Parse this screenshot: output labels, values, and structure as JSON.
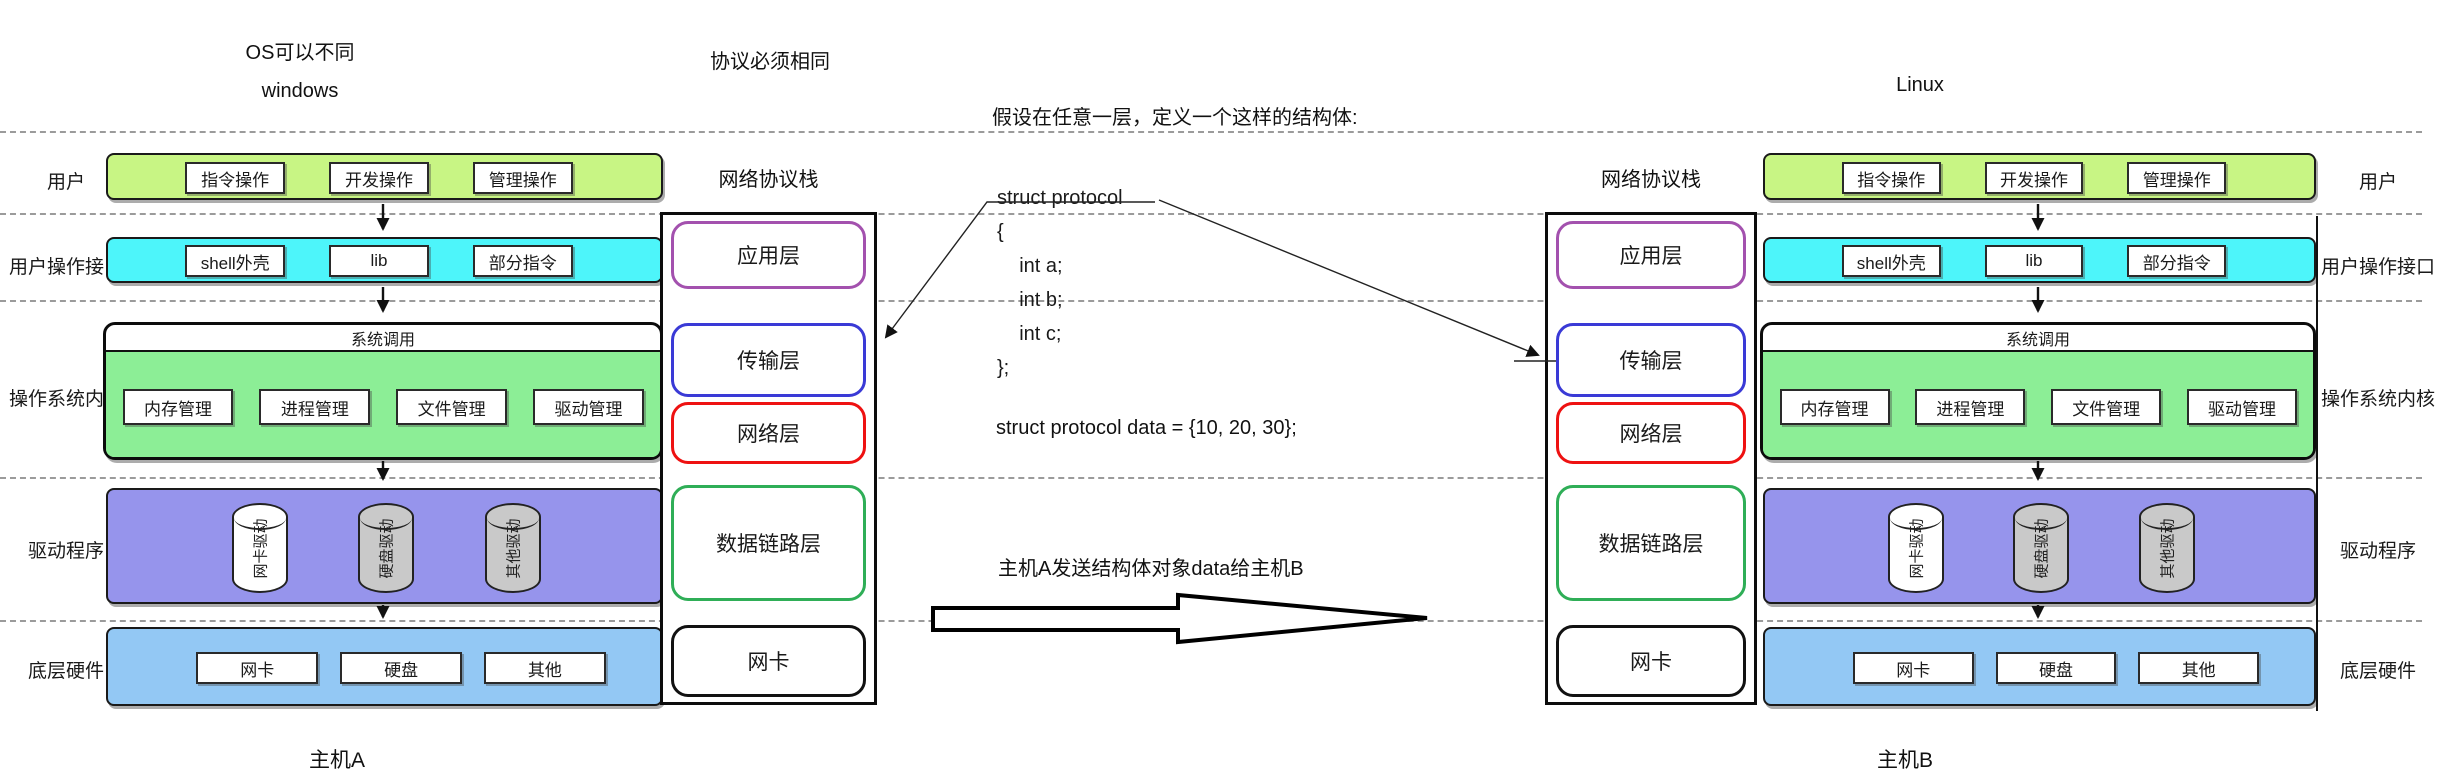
{
  "meta": {
    "os_note": "OS可以不同",
    "protocol_note": "协议必须相同"
  },
  "hosts": [
    {
      "os": "windows",
      "name": "主机A",
      "stack_title": "网络协议栈"
    },
    {
      "os": "Linux",
      "name": "主机B",
      "stack_title": "网络协议栈"
    }
  ],
  "rows": {
    "user": {
      "label": "用户",
      "boxes": [
        "指令操作",
        "开发操作",
        "管理操作"
      ]
    },
    "ui": {
      "label": "用户操作接口",
      "boxes": [
        "shell外壳",
        "lib",
        "部分指令"
      ]
    },
    "kernel": {
      "label": "操作系统内核",
      "band": "系统调用",
      "boxes": [
        "内存管理",
        "进程管理",
        "文件管理",
        "驱动管理"
      ]
    },
    "driver": {
      "label": "驱动程序",
      "cylinders": [
        "网卡驱动",
        "硬盘驱动",
        "其他驱动"
      ]
    },
    "hardware": {
      "label": "底层硬件",
      "boxes": [
        "网卡",
        "硬盘",
        "其他"
      ]
    }
  },
  "stack_layers": [
    {
      "label": "应用层",
      "border": "#a351ae"
    },
    {
      "label": "传输层",
      "border": "#3a3ad6"
    },
    {
      "label": "网络层",
      "border": "#ee1111"
    },
    {
      "label": "数据链路层",
      "border": "#2fae57"
    },
    {
      "label": "网卡",
      "border": "#111111"
    }
  ],
  "annotation": {
    "intro": "假设在任意一层，定义一个这样的结构体:",
    "code": [
      "struct protocol",
      "{",
      "    int a;",
      "    int b;",
      "    int c;",
      "};"
    ],
    "code_data": "struct protocol data = {10, 20, 30};",
    "send_text": "主机A发送结构体对象data给主机B"
  },
  "colors": {
    "user_row": "#c8f584",
    "ui_row": "#4df5fa",
    "kernel_green": "#8cee96",
    "driver_purple": "#9694ec",
    "hardware_blue": "#93c8f4",
    "cylinder_gray": "#c9c9c9",
    "cylinder_white": "#ffffff",
    "dashed_line": "#9b9b9b"
  }
}
